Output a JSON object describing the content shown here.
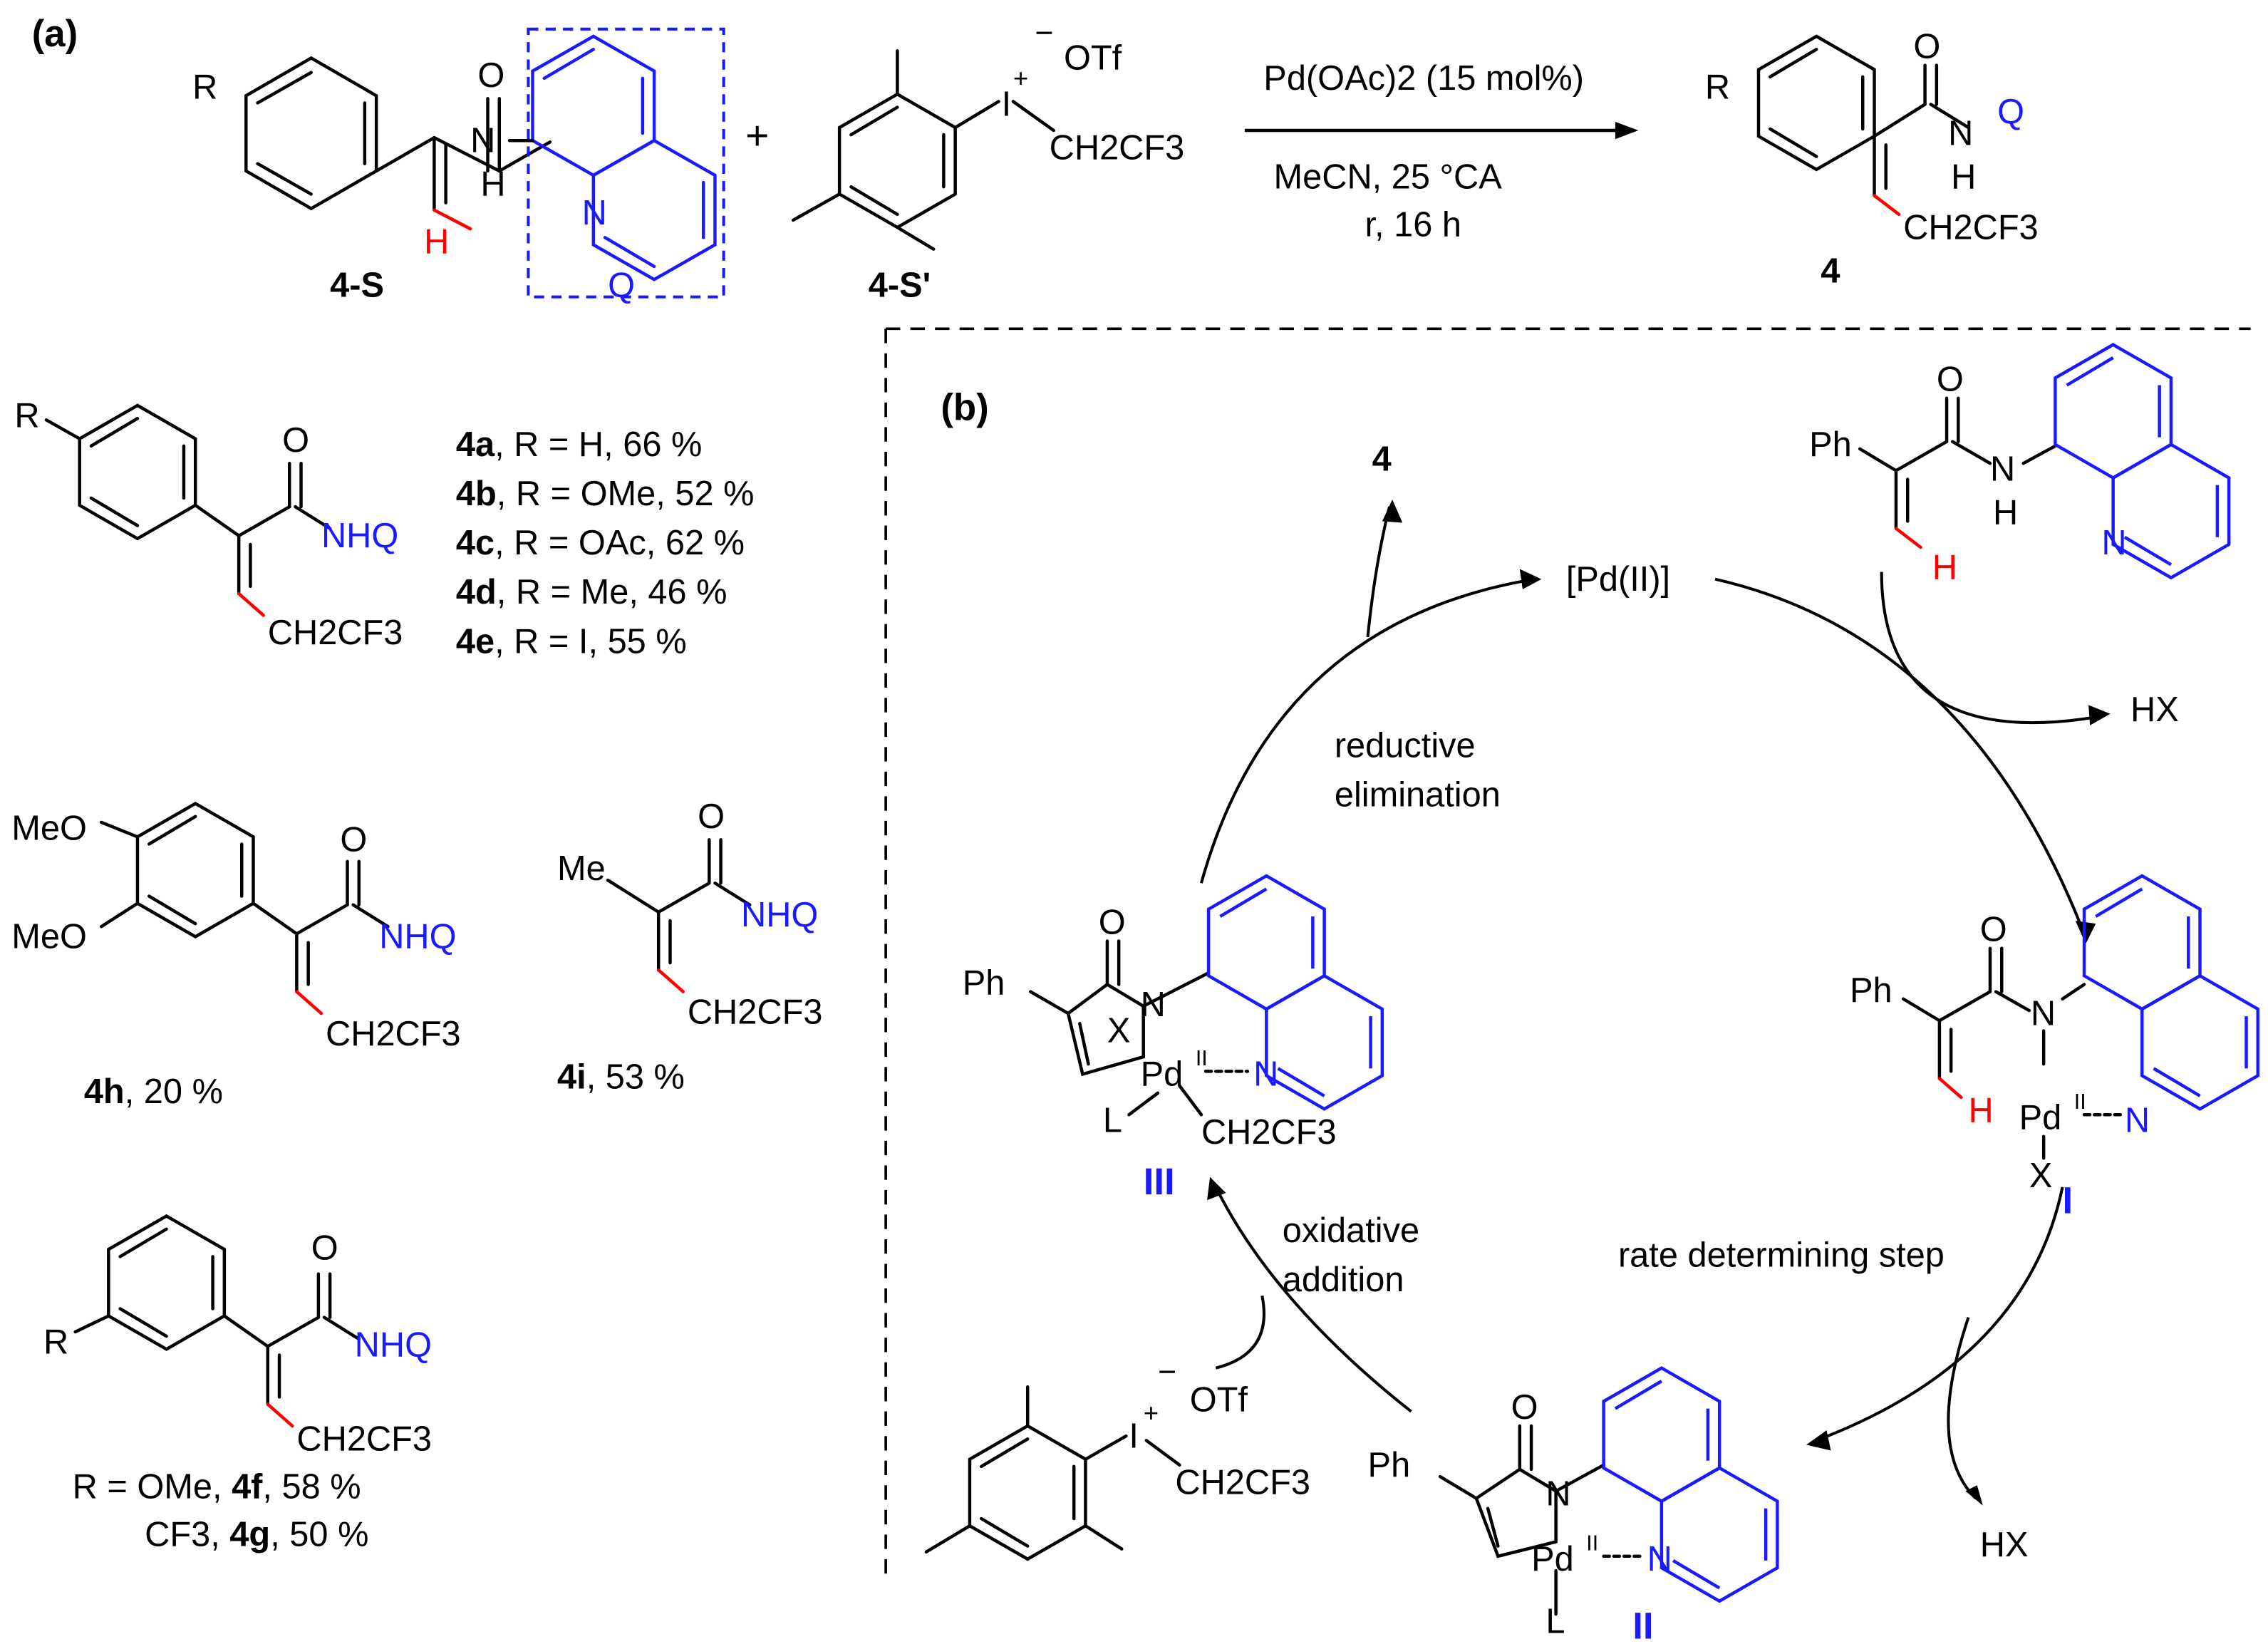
{
  "panels": {
    "a": "(a)",
    "b": "(b)"
  },
  "colors": {
    "bond": "#000000",
    "quinoline": "#1a1aff",
    "highlight": "#ff0000",
    "divider": "#000000"
  },
  "scheme": {
    "substrate_label": "4-S",
    "q_label": "Q",
    "reagent_label": "4-S'",
    "product_label": "4",
    "plus": "+",
    "condition_catalyst": "Pd(OAc)2 (15 mol%)",
    "condition_solvent": "MeCN, 25 °CA",
    "condition_time": "r, 16 h"
  },
  "atoms": {
    "R": "R",
    "O": "O",
    "N": "N",
    "H": "H",
    "NH": "NH",
    "I": "I",
    "OTf": "OTf",
    "minus": "−",
    "plus": "+",
    "CH2CF3": "CH2CF3",
    "NHQ": "NHQ",
    "Q": "Q",
    "Ph": "Ph",
    "Pd": "Pd",
    "X": "X",
    "L": "L",
    "MeO": "MeO",
    "Me": "Me",
    "HX": "HX",
    "PdII_sup": "II"
  },
  "products": [
    {
      "compound": "4a",
      "rest": ", R = H, 66 %"
    },
    {
      "compound": "4b",
      "rest": ", R = OMe, 52 %"
    },
    {
      "compound": "4c",
      "rest": ", R = OAc, 62 %"
    },
    {
      "compound": "4d",
      "rest": ", R = Me, 46 %"
    },
    {
      "compound": "4e",
      "rest": ", R = I, 55 %"
    }
  ],
  "product_4h": {
    "compound": "4h",
    "rest": ", 20 %"
  },
  "product_4i": {
    "compound": "4i",
    "rest": ", 53 %"
  },
  "product_4f": {
    "prefix": "R = OMe, ",
    "compound": "4f",
    "rest": ", 58 %"
  },
  "product_4g": {
    "prefix": "CF3, ",
    "compound": "4g",
    "rest": ", 50 %"
  },
  "cycle": {
    "catalyst": "[Pd(II)]",
    "product": "4",
    "step_reductive_1": "reductive",
    "step_reductive_2": "elimination",
    "step_oxidative_1": "oxidative",
    "step_oxidative_2": "addition",
    "step_rds": "rate determining step",
    "byproduct_1": "HX",
    "byproduct_2": "HX",
    "intermediate_I": "I",
    "intermediate_II": "II",
    "intermediate_III": "III"
  }
}
